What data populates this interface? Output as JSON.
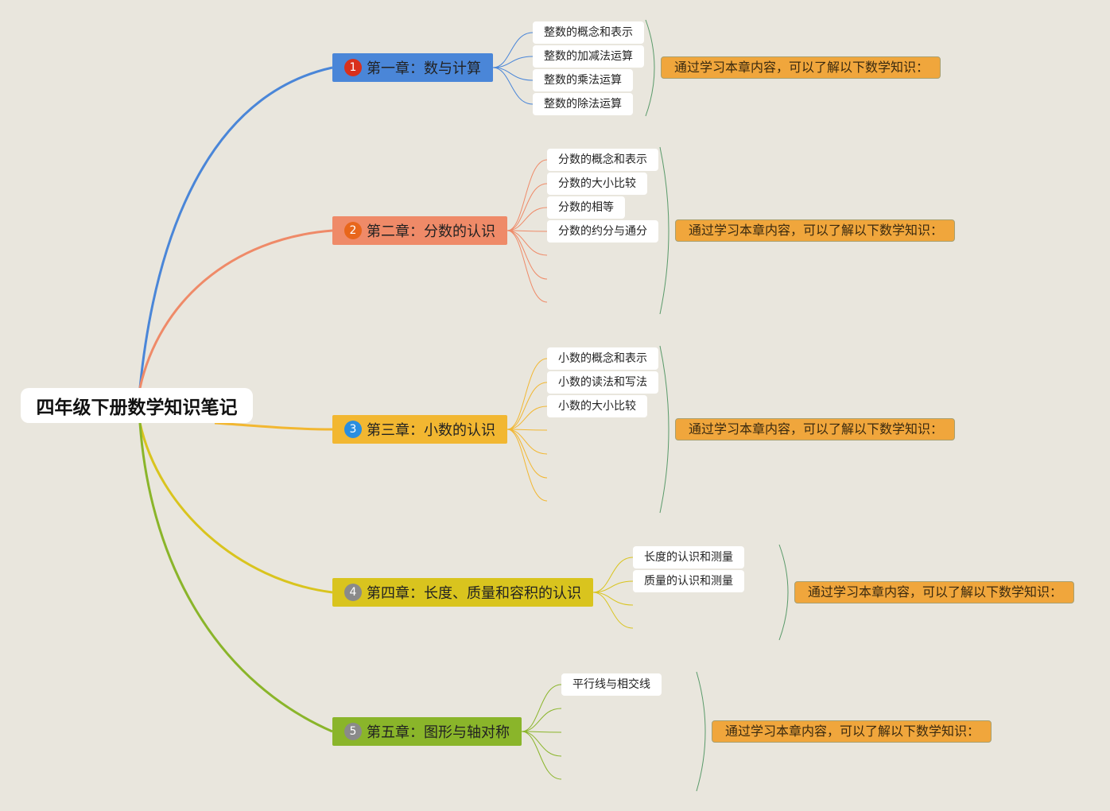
{
  "root": {
    "title": "四年级下册数学知识笔记"
  },
  "chapters": [
    {
      "badge": "1",
      "badge_color": "#d9301c",
      "color": "#4a86d8",
      "line_color": "#4a86d8",
      "title": "第一章：数与计算",
      "topics": [
        "整数的概念和表示",
        "整数的加减法运算",
        "整数的乘法运算",
        "整数的除法运算"
      ],
      "summary": "通过学习本章内容，可以了解以下数学知识："
    },
    {
      "badge": "2",
      "badge_color": "#e8661b",
      "color": "#ef8a68",
      "line_color": "#ef8a68",
      "title": "第二章：分数的认识",
      "topics": [
        "分数的概念和表示",
        "分数的大小比较",
        "分数的相等",
        "分数的约分与通分"
      ],
      "summary": "通过学习本章内容，可以了解以下数学知识："
    },
    {
      "badge": "3",
      "badge_color": "#2a8ee0",
      "color": "#f2b731",
      "line_color": "#f2b731",
      "title": "第三章：小数的认识",
      "topics": [
        "小数的概念和表示",
        "小数的读法和写法",
        "小数的大小比较"
      ],
      "summary": "通过学习本章内容，可以了解以下数学知识："
    },
    {
      "badge": "4",
      "badge_color": "#8a8a8a",
      "color": "#d9c41e",
      "line_color": "#d9c41e",
      "title": "第四章：长度、质量和容积的认识",
      "topics": [
        "长度的认识和测量",
        "质量的认识和测量"
      ],
      "summary": "通过学习本章内容，可以了解以下数学知识："
    },
    {
      "badge": "5",
      "badge_color": "#8a8a8a",
      "color": "#8ab52a",
      "line_color": "#8ab52a",
      "title": "第五章：图形与轴对称",
      "topics": [
        "平行线与相交线"
      ],
      "summary": "通过学习本章内容，可以了解以下数学知识："
    }
  ],
  "colors": {
    "background": "#e9e6dd",
    "summary_fill": "#f0a63c",
    "bracket": "#5a9a6a"
  }
}
